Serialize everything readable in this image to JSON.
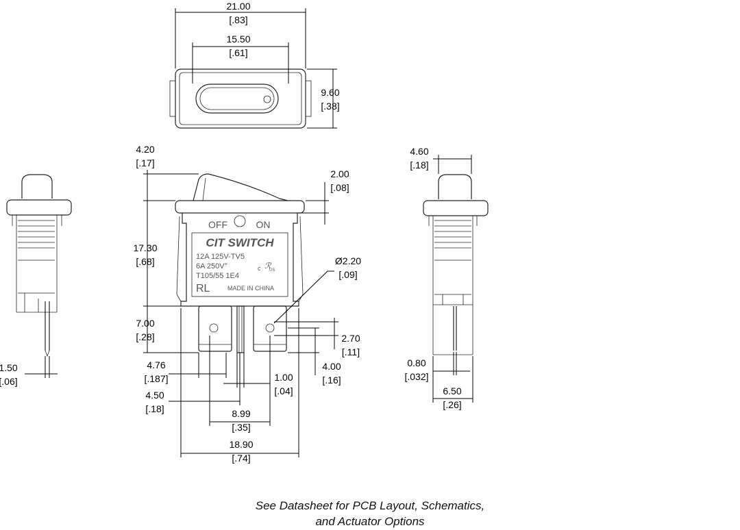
{
  "dimensions": {
    "top_width": {
      "mm": "21.00",
      "in": "[.83]"
    },
    "top_slot": {
      "mm": "15.50",
      "in": "[.61]"
    },
    "top_height": {
      "mm": "9.60",
      "in": "[.38]"
    },
    "rocker_height": {
      "mm": "4.20",
      "in": "[.17]"
    },
    "bezel": {
      "mm": "2.00",
      "in": "[.08]"
    },
    "body_height": {
      "mm": "17.30",
      "in": "[.68]"
    },
    "terminal_length": {
      "mm": "7.00",
      "in": "[.28]"
    },
    "hole_dia": {
      "mm": "Ø2.20",
      "in": "[.09]"
    },
    "hole_offset": {
      "mm": "2.70",
      "in": "[.11]"
    },
    "hole_pos": {
      "mm": "4.00",
      "in": "[.16]"
    },
    "terminal_width": {
      "mm": "4.76",
      "in": "[.187]"
    },
    "terminal_thk": {
      "mm": "1.00",
      "in": "[.04]"
    },
    "terminal_inner": {
      "mm": "4.50",
      "in": "[.18]"
    },
    "terminal_spacing": {
      "mm": "8.99",
      "in": "[.35]"
    },
    "body_width": {
      "mm": "18.90",
      "in": "[.74]"
    },
    "left_pin": {
      "mm": "1.50",
      "in": "[.06]"
    },
    "right_rocker": {
      "mm": "4.60",
      "in": "[.18]"
    },
    "right_pin": {
      "mm": "0.80",
      "in": "[.032]"
    },
    "right_depth": {
      "mm": "6.50",
      "in": "[.26]"
    }
  },
  "switch_labels": {
    "off": "OFF",
    "on": "ON",
    "brand": "CIT SWITCH",
    "rating1": "12A 125V-TV5",
    "rating2": "6A 250V°",
    "rating3": "T105/55 1E4",
    "code": "RL",
    "origin": "MADE IN CHINA",
    "cert_mark": "c",
    "cert_us": "US"
  },
  "footer": {
    "line1": "See Datasheet for PCB Layout, Schematics,",
    "line2": "and Actuator Options"
  }
}
